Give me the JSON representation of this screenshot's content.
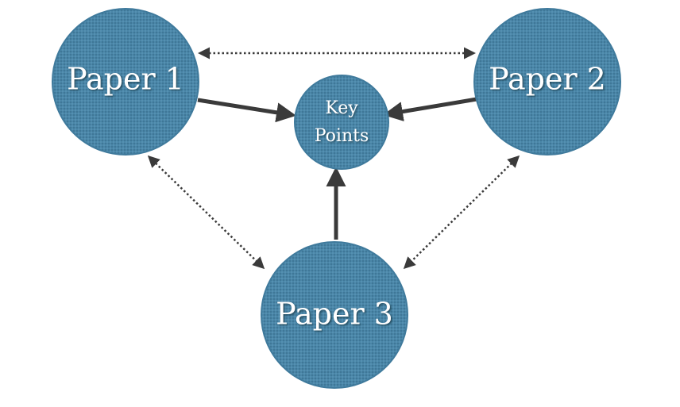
{
  "nodes": {
    "paper1": {
      "label": "Paper 1"
    },
    "paper2": {
      "label": "Paper 2"
    },
    "paper3": {
      "label": "Paper 3"
    },
    "key_points": {
      "label_line1": "Key",
      "label_line2": "Points"
    }
  },
  "colors": {
    "node_fill": "#4a86a8",
    "node_pattern_dark": "#3f7797",
    "node_stroke": "#3f7a9c",
    "solid_arrow": "#3a3a3a",
    "dotted_arrow": "#3a3a3a",
    "label_text": "#ffffff"
  }
}
